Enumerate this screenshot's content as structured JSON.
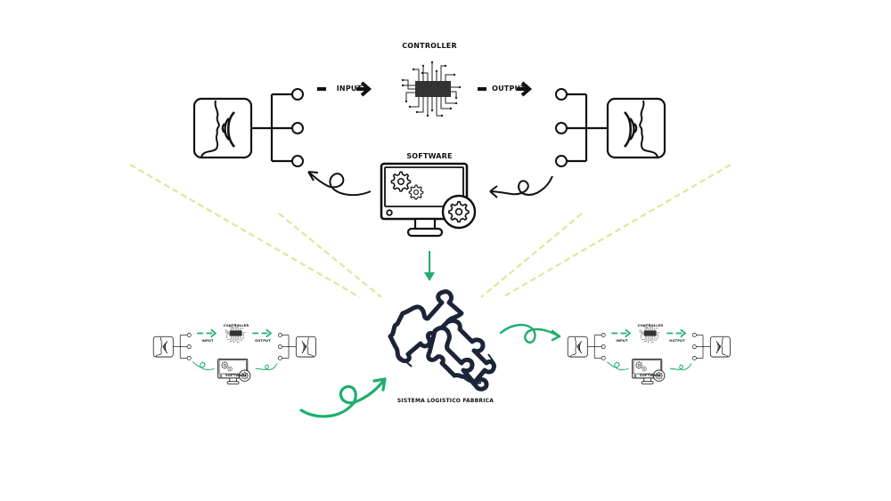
{
  "diagram": {
    "main": {
      "controller_label": "CONTROLLER",
      "input_label": "INPUT",
      "output_label": "OUTPUT",
      "software_label": "SOFTWARE",
      "stroke_color": "#111111"
    },
    "center": {
      "puzzle_label": "SISTEMA LOGISTICO FABBRICA",
      "puzzle_color": "#1c2437"
    },
    "mini_left": {
      "controller_label": "CONTROLLER",
      "input_label": "INPUT",
      "output_label": "OUTPUT",
      "software_label": "SOFTWARE"
    },
    "mini_right": {
      "controller_label": "CONTROLLER",
      "input_label": "INPUT",
      "output_label": "OUTPUT",
      "software_label": "SOFTWARE"
    },
    "colors": {
      "accent_green": "#1fae6e",
      "ray_yellow_green": "#d9ea9a",
      "ink": "#111111"
    },
    "icons": [
      "speaking-head-icon",
      "microchip-icon",
      "computer-gears-icon",
      "gear-icon",
      "puzzle-icon",
      "curly-arrow-icon",
      "arrow-right-icon",
      "arrow-down-icon"
    ]
  }
}
